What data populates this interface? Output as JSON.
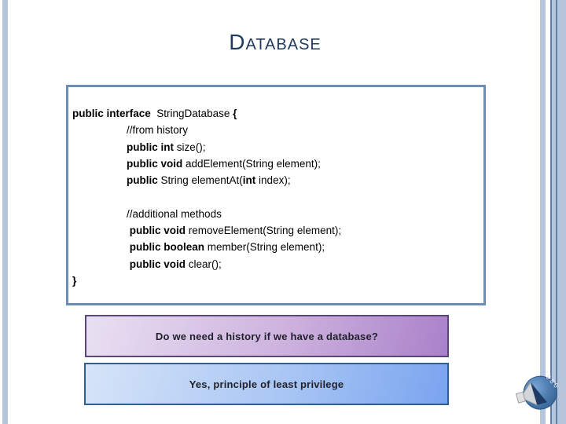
{
  "slide": {
    "title_initial": "D",
    "title_rest": "ATABASE"
  },
  "code_panel": {
    "lines": [
      {
        "indent": 0,
        "segments": [
          {
            "bold": true,
            "text": "public interface"
          },
          {
            "bold": false,
            "text": "  StringDatabase "
          },
          {
            "bold": true,
            "text": "{"
          }
        ]
      },
      {
        "indent": 1,
        "segments": [
          {
            "bold": false,
            "text": "//from history"
          }
        ]
      },
      {
        "indent": 1,
        "segments": [
          {
            "bold": true,
            "text": "public int "
          },
          {
            "bold": false,
            "text": "size();"
          }
        ]
      },
      {
        "indent": 1,
        "segments": [
          {
            "bold": true,
            "text": "public void "
          },
          {
            "bold": false,
            "text": "addElement(String element);"
          }
        ]
      },
      {
        "indent": 1,
        "segments": [
          {
            "bold": true,
            "text": "public "
          },
          {
            "bold": false,
            "text": "String elementAt("
          },
          {
            "bold": true,
            "text": "int"
          },
          {
            "bold": false,
            "text": " index);"
          }
        ]
      },
      {
        "indent": 0,
        "segments": []
      },
      {
        "indent": 1,
        "segments": [
          {
            "bold": false,
            "text": "//additional methods"
          }
        ]
      },
      {
        "indent": 1,
        "segments": [
          {
            "bold": true,
            "text": " public void "
          },
          {
            "bold": false,
            "text": "removeElement(String element);"
          }
        ]
      },
      {
        "indent": 1,
        "segments": [
          {
            "bold": true,
            "text": " public boolean "
          },
          {
            "bold": false,
            "text": "member(String element);"
          }
        ]
      },
      {
        "indent": 1,
        "segments": [
          {
            "bold": true,
            "text": " public void "
          },
          {
            "bold": false,
            "text": "clear();"
          }
        ]
      },
      {
        "indent": 0,
        "segments": [
          {
            "bold": true,
            "text": "}"
          }
        ]
      }
    ]
  },
  "question_box": {
    "text": "Do we need a history if we have a database?"
  },
  "answer_box": {
    "text": "Yes, principle of least privilege"
  },
  "icons": {
    "audio": "audio-speaker-icon"
  },
  "colors": {
    "title": "#1e3a5f",
    "code_border": "#6d8eb4",
    "code_text": "#000000",
    "stripe_light": "#b7c5dc",
    "stripe_dark": "#5e80aa",
    "question_border": "#5a4677",
    "question_fill_start": "#e9e0f2",
    "question_fill_end": "#a981c9",
    "answer_border": "#2f5e94",
    "answer_fill_start": "#d6e4f8",
    "answer_fill_end": "#7aa4ef"
  }
}
